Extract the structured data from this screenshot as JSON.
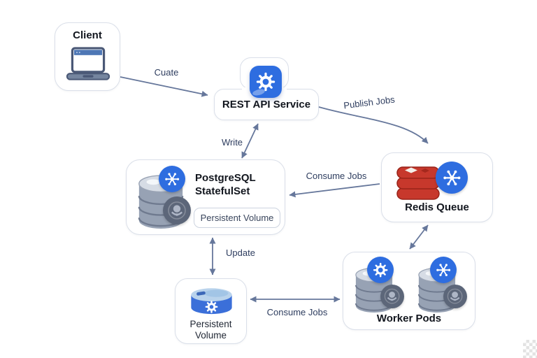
{
  "nodes": {
    "client": {
      "title": "Client"
    },
    "api": {
      "title": "REST API Service"
    },
    "redis": {
      "title": "Redis Queue"
    },
    "postgres": {
      "title_line1": "PostgreSQL",
      "title_line2": "StatefulSet",
      "pill_label": "Persistent Volume"
    },
    "persistent_volume": {
      "title_line1": "Persistent",
      "title_line2": "Volume"
    },
    "workers": {
      "title": "Worker Pods"
    }
  },
  "edges": {
    "client_api": {
      "label": "Cuate"
    },
    "api_redis": {
      "label": "Publish Jobs"
    },
    "postgres_api": {
      "label": "Write"
    },
    "redis_postgres": {
      "label": "Consume Jobs"
    },
    "postgres_pv": {
      "label": "Update"
    },
    "pv_workers": {
      "label": "Consume Jobs"
    }
  },
  "icons": {
    "client": "laptop-icon",
    "api_badge": "gear-icon",
    "redis": "redis-database-icon",
    "redis_badge": "hub-icon",
    "postgres_db": "database-stack-icon",
    "postgres_badge_top": "hub-icon",
    "postgres_badge_bottom": "pod-mascot-icon",
    "persistent_volume": "volume-cylinder-gear-icon",
    "worker_left_badge": "gear-icon",
    "worker_right_badge": "hub-icon"
  },
  "colors": {
    "accent_blue": "#2e6de0",
    "redis_red": "#c7382c",
    "arrow": "#66779b",
    "box_border": "#dadfe9",
    "db_gray": "#97a2b4",
    "badge_dark": "#5c6679",
    "title_text": "#12161e",
    "edge_label_text": "#2e3d5f"
  }
}
